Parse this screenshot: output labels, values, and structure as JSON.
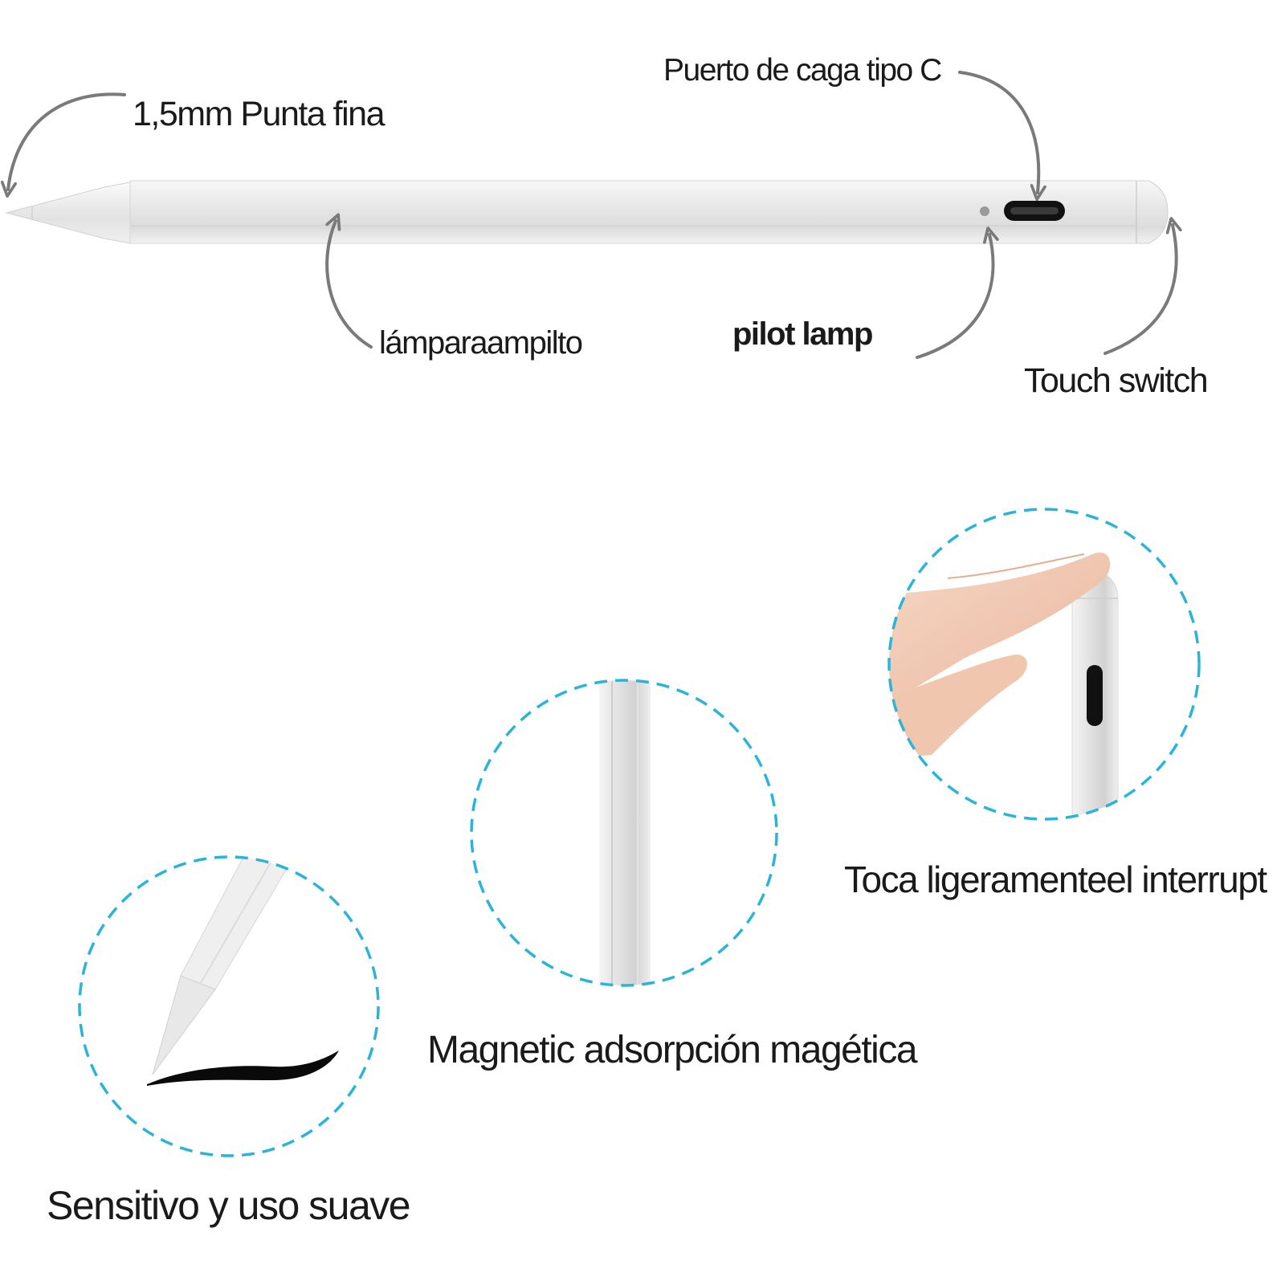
{
  "labels": {
    "tip": "1,5mm Punta fina",
    "charging_port": "Puerto de caga tipo C",
    "lamp_es": "lámparaampilto",
    "pilot_lamp": "pilot lamp",
    "touch_switch": "Touch switch",
    "touch_caption": "Toca ligeramenteel interrupt",
    "magnetic_caption": "Magnetic adsorpción magética",
    "sensitive_caption": "Sensitivo y uso suave"
  },
  "colors": {
    "arrow": "#7a7a7a",
    "dashed_circle": "#2ab4d9",
    "pen_body": "#ececec",
    "port": "#111111"
  }
}
